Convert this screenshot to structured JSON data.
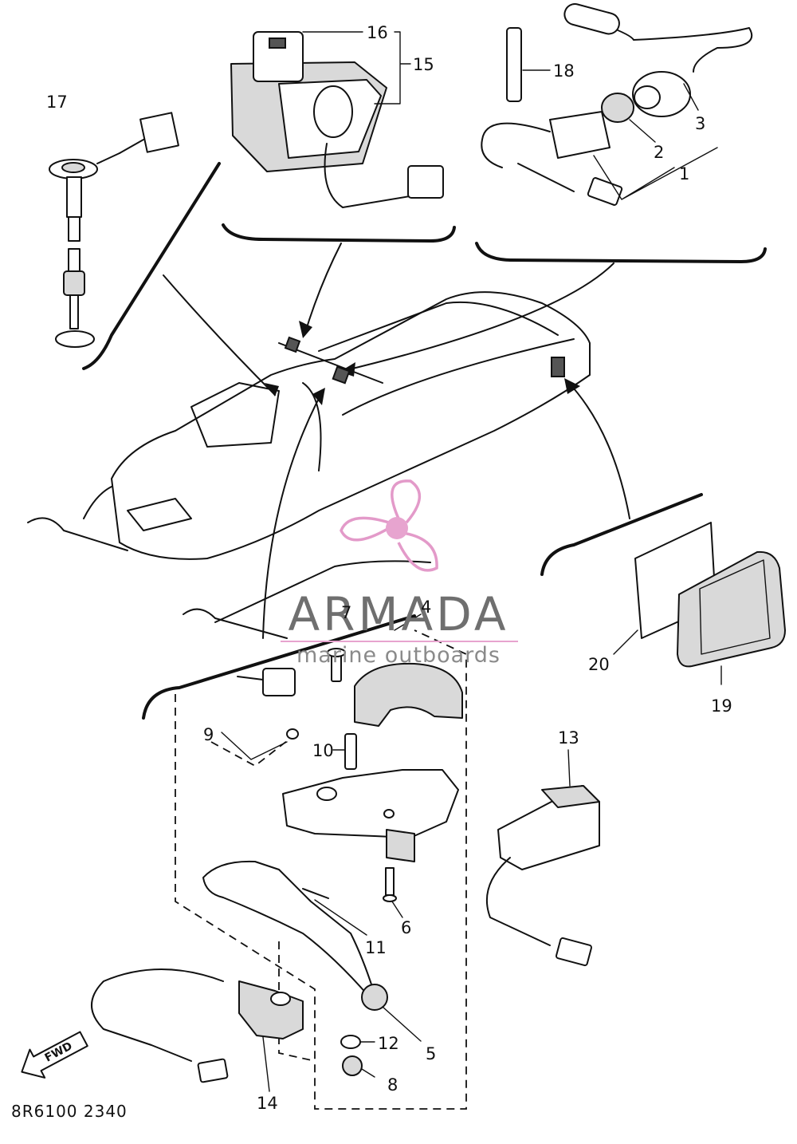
{
  "diagram": {
    "reference_code": "8R6100 2340",
    "direction_label": "FWD",
    "callouts": [
      {
        "id": "c1",
        "text": "1"
      },
      {
        "id": "c2",
        "text": "2"
      },
      {
        "id": "c3",
        "text": "3"
      },
      {
        "id": "c4",
        "text": "4"
      },
      {
        "id": "c5",
        "text": "5"
      },
      {
        "id": "c6",
        "text": "6"
      },
      {
        "id": "c7",
        "text": "7"
      },
      {
        "id": "c8",
        "text": "8"
      },
      {
        "id": "c9",
        "text": "9"
      },
      {
        "id": "c10",
        "text": "10"
      },
      {
        "id": "c11",
        "text": "11"
      },
      {
        "id": "c12",
        "text": "12"
      },
      {
        "id": "c13",
        "text": "13"
      },
      {
        "id": "c14",
        "text": "14"
      },
      {
        "id": "c15",
        "text": "15"
      },
      {
        "id": "c16",
        "text": "16"
      },
      {
        "id": "c17",
        "text": "17"
      },
      {
        "id": "c18",
        "text": "18"
      },
      {
        "id": "c19",
        "text": "19"
      },
      {
        "id": "c20",
        "text": "20"
      }
    ]
  },
  "watermark": {
    "brand": "ARMADA",
    "tagline": "marine outboards",
    "color": "#e39ac9"
  }
}
